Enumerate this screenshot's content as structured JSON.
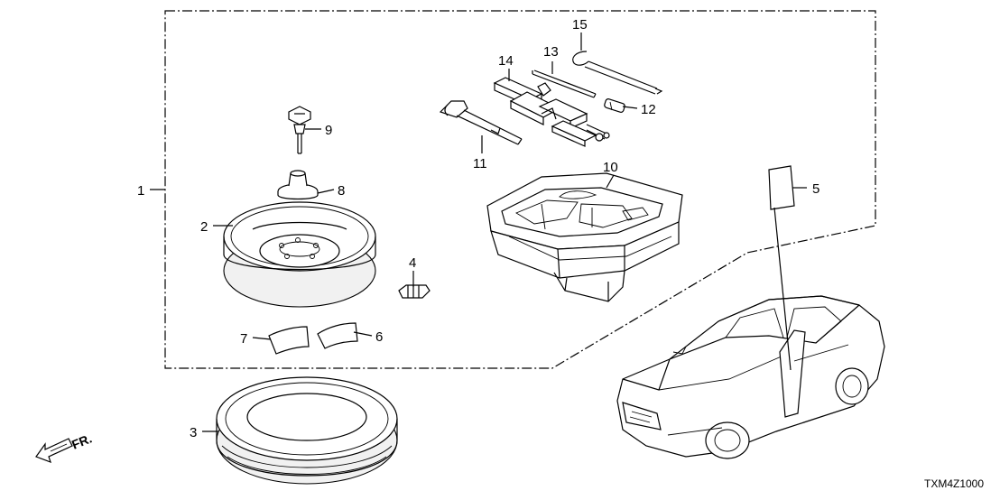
{
  "diagram": {
    "callouts": {
      "p1": "1",
      "p2": "2",
      "p3": "3",
      "p4": "4",
      "p5": "5",
      "p6": "6",
      "p7": "7",
      "p8": "8",
      "p9": "9",
      "p10": "10",
      "p11": "11",
      "p12": "12",
      "p13": "13",
      "p14": "14",
      "p15": "15"
    },
    "direction_label": "FR.",
    "diagram_code": "TXM4Z1000"
  }
}
